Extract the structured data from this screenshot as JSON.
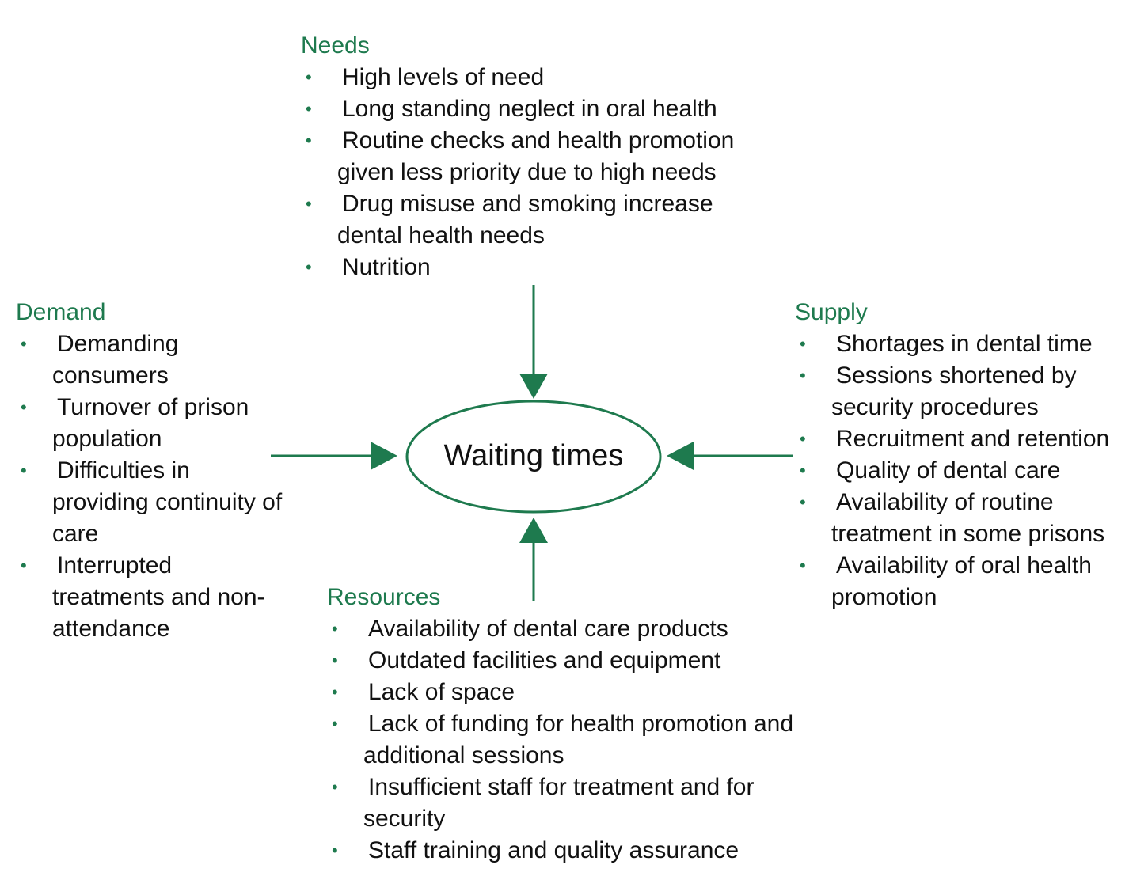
{
  "center": {
    "label": "Waiting times"
  },
  "colors": {
    "accent": "#1e7a4e"
  },
  "needs": {
    "heading": "Needs",
    "items": [
      "High levels of need",
      "Long standing neglect in oral health",
      "Routine checks and health promotion given less priority due to high needs",
      "Drug misuse and smoking increase dental health needs",
      "Nutrition"
    ]
  },
  "demand": {
    "heading": "Demand",
    "items": [
      "Demanding consumers",
      "Turnover of prison population",
      "Difficulties in providing continuity of care",
      "Interrupted treatments and non-attendance"
    ]
  },
  "supply": {
    "heading": "Supply",
    "items": [
      "Shortages in dental time",
      "Sessions shortened by security procedures",
      "Recruitment and retention",
      "Quality of dental care",
      "Availability of routine treatment in some prisons",
      "Availability of oral health promotion"
    ]
  },
  "resources": {
    "heading": "Resources",
    "items": [
      "Availability of dental care products",
      "Outdated facilities and equipment",
      "Lack of space",
      "Lack of funding for health promotion and additional sessions",
      "Insufficient staff for treatment and for security",
      "Staff training and quality assurance"
    ]
  }
}
